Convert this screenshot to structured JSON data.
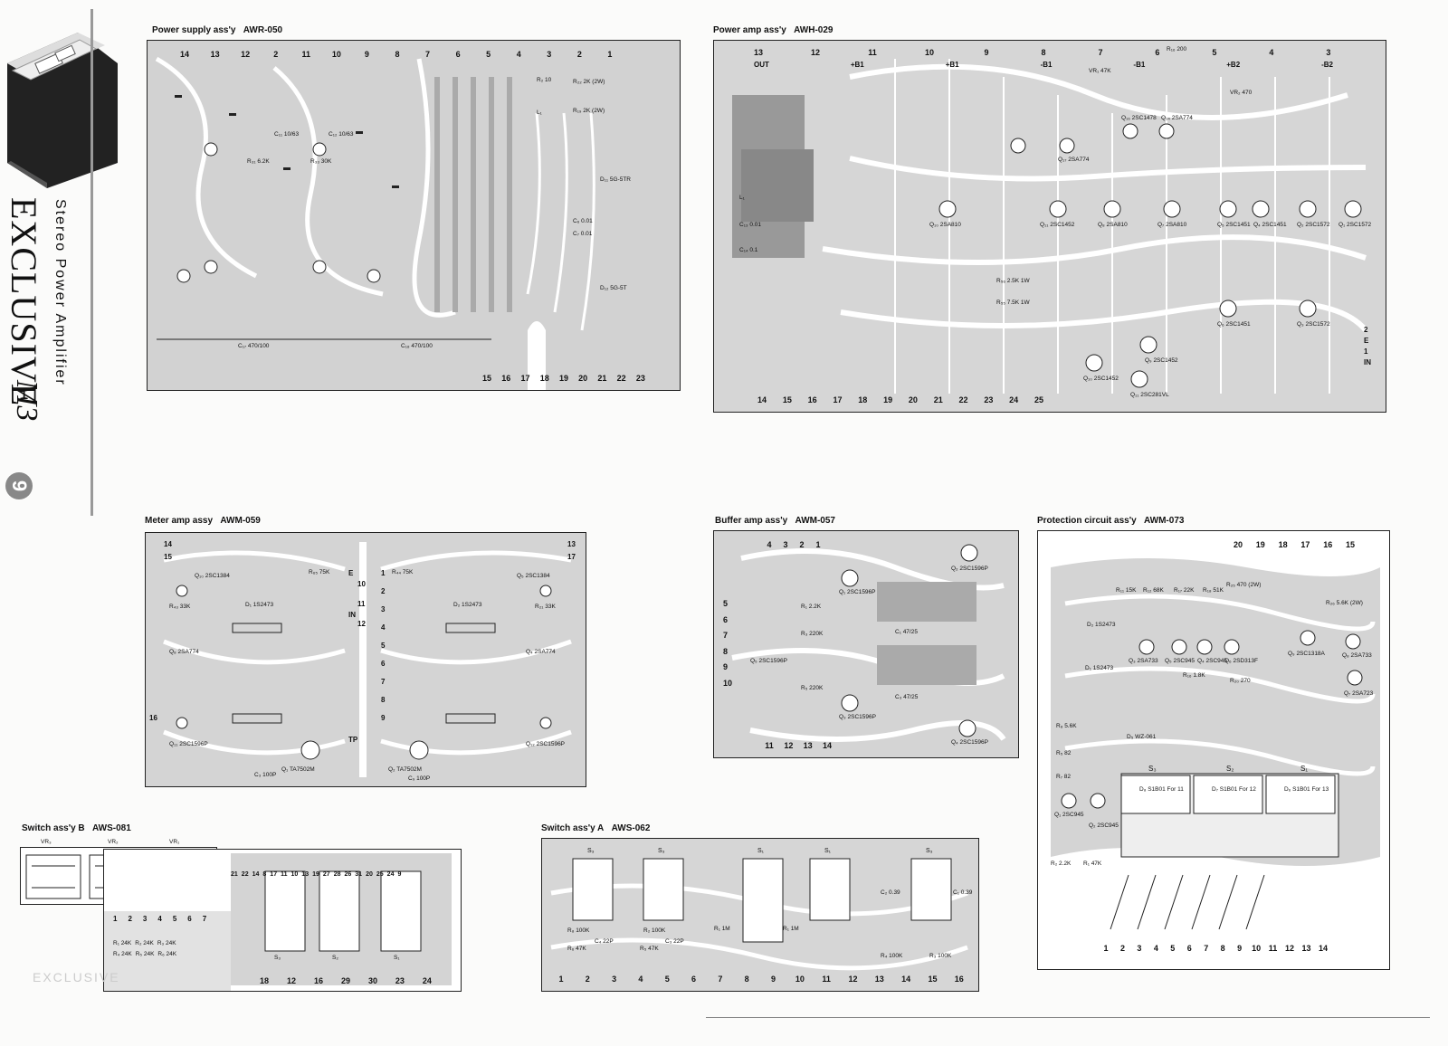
{
  "sidebar": {
    "brand": "EXCLUSIVE",
    "model": "M3",
    "product": "Stereo Power Amplifier",
    "page": "9"
  },
  "boards": {
    "power_supply": {
      "label": "Power supply ass'y",
      "code": "AWR-050",
      "top_pins": [
        "14",
        "13",
        "12",
        "2",
        "11",
        "10",
        "9",
        "8",
        "7",
        "6",
        "5",
        "4",
        "3",
        "2",
        "1"
      ],
      "bottom_pins": [
        "15",
        "16",
        "17",
        "18",
        "19",
        "20",
        "21",
        "22",
        "23"
      ],
      "parts": [
        "R₃₁ 6.2K",
        "C₁₁ 10/63",
        "R₃₃ 30K",
        "C₁₂ 10/63",
        "R₂₂ 2K (2W)",
        "R₁₉ 2K (2W)",
        "D₁₁ 5G-5TR",
        "D₁₂ 5G-5T",
        "C₆ 0.01",
        "C₇ 0.01",
        "C₁₇ 470/100",
        "C₁₈ 470/100",
        "R₂ 10",
        "L₁"
      ]
    },
    "power_amp": {
      "label": "Power amp ass'y",
      "code": "AWH-029",
      "top_pins": [
        "13",
        "OUT",
        "12",
        "11",
        "10",
        "9",
        "8",
        "7",
        "6",
        "5",
        "+B1",
        "+B1",
        "-B1",
        "-B1",
        "4",
        "3",
        "+B2",
        "-B2"
      ],
      "bottom_pins": [
        "14",
        "15",
        "16",
        "17",
        "18",
        "19",
        "20",
        "21",
        "22",
        "23",
        "24",
        "25"
      ],
      "side_pins": [
        "2",
        "E",
        "1",
        "IN"
      ],
      "parts": [
        "Q₁₀ 2SA810",
        "Q₁₁ 2SC1452",
        "Q₈ 2SA810",
        "Q₇ 2SA810",
        "Q₅ 2SC1451",
        "Q₄ 2SC1451",
        "Q₂ 2SC1572",
        "Q₁ 2SC1572",
        "Q₁₆ 2SC1478",
        "Q₁₄ 2SA774",
        "Q₁₇ 2SA774",
        "Q₆ 2SC1451",
        "Q₃ 2SC1572",
        "Q₁₀ 2SC1452",
        "Q₉ 2SC1452",
        "Q₁₁ 2SC281VL",
        "R₁₆ 200",
        "VR₁ 47K",
        "VR₂ 470",
        "R₅₅ 7.5K 1W",
        "R₅₆ 2.5K 1W",
        "L₁",
        "C₁₃ 0.01",
        "C₁₄ 0.1"
      ]
    },
    "meter_amp": {
      "label": "Meter amp assy",
      "code": "AWM-059",
      "pins": [
        "14",
        "15",
        "16",
        "E",
        "10",
        "11",
        "12",
        "IN",
        "TP",
        "1",
        "2",
        "3",
        "4",
        "5",
        "6",
        "7",
        "8",
        "9",
        "13",
        "17"
      ],
      "parts": [
        "Q₁₀ 2SC1384",
        "Q₅ 2SC1384",
        "Q₈ 2SA774",
        "Q₄ 2SA774",
        "Q₁ TA7502M",
        "Q₂ TA7502M",
        "Q₁₁ 2SC1596P",
        "Q₁₂ 2SC1596P",
        "R₆₅ 75K",
        "R₄₄ 75K",
        "R₄₃ 33K",
        "R₂₁ 33K",
        "D₁ 1S2473",
        "D₂ 1S2473",
        "C₃ 100P",
        "C₉ 100P"
      ]
    },
    "buffer_amp": {
      "label": "Buffer amp ass'y",
      "code": "AWM-057",
      "pins": [
        "4",
        "3",
        "2",
        "1",
        "5",
        "6",
        "7",
        "8",
        "9",
        "10",
        "11",
        "12",
        "13",
        "14"
      ],
      "parts": [
        "Q₁ 2SC1596P",
        "Q₂ 2SC1596P",
        "Q₃ 2SC1596P",
        "Q₄ 2SC1596P",
        "Q₅ 2SC1596P",
        "R₁ 2.2K",
        "R₃ 220K",
        "R₅ 220K",
        "C₁ 47/25",
        "C₃ 47/25"
      ]
    },
    "protection": {
      "label": "Protection circuit ass'y",
      "code": "AWM-073",
      "top_pins": [
        "20",
        "19",
        "18",
        "17",
        "16",
        "15"
      ],
      "bottom_pins": [
        "1",
        "2",
        "3",
        "4",
        "5",
        "6",
        "7",
        "8",
        "9",
        "10",
        "11",
        "12",
        "13",
        "14"
      ],
      "parts": [
        "R₁₁ 15K",
        "R₁₂ 68K",
        "R₁₇ 22K",
        "R₁₈ 51K",
        "R₂₅ 470 (2W)",
        "R₂₆ 5.6K (2W)",
        "Q₃ 2SA733",
        "Q₅ 2SC945",
        "Q₄ 2SC945",
        "Q₆ 2SD313F",
        "Q₉ 2SC1318A",
        "Q₈ 2SA733",
        "Q₁ 2SC945",
        "Q₂ 2SC945",
        "Q₇ 2SA723",
        "D₂ 1S2473",
        "D₁ 1S2473",
        "D₅ WZ-061",
        "R₁₆ 1.8K",
        "R₂₀ 270",
        "R₈ 5.6K",
        "R₅ 82",
        "R₇ 82",
        "R₂ 2.2K",
        "R₁ 47K"
      ],
      "relays": [
        {
          "name": "S₃",
          "diode": "D₈ S1B01 For 11"
        },
        {
          "name": "S₂",
          "diode": "D₇ S1B01 For 12"
        },
        {
          "name": "S₁",
          "diode": "D₆ S1B01 For 13"
        }
      ]
    },
    "switch_b": {
      "label": "Switch ass'y B",
      "code": "AWS-081",
      "vr": [
        "VR₃",
        "VR₂",
        "VR₁"
      ],
      "left_pins": [
        "1",
        "2",
        "3",
        "4",
        "5",
        "6",
        "7"
      ],
      "col_pins": [
        "21",
        "22",
        "14",
        "8",
        "17",
        "11",
        "10",
        "13",
        "19",
        "27",
        "28",
        "26",
        "31",
        "20",
        "25",
        "24",
        "9"
      ],
      "bottom_pins": [
        "18",
        "12",
        "16",
        "29",
        "30",
        "23",
        "24"
      ],
      "parts": [
        "R₁ 24K",
        "R₂ 24K",
        "R₃ 24K",
        "R₄ 24K",
        "R₅ 24K",
        "R₆ 24K",
        "S₃",
        "S₂",
        "S₁"
      ]
    },
    "switch_a": {
      "label": "Switch ass'y A",
      "code": "AWS-062",
      "pins": [
        "1",
        "2",
        "3",
        "4",
        "5",
        "6",
        "7",
        "8",
        "9",
        "10",
        "11",
        "12",
        "13",
        "14",
        "15",
        "16"
      ],
      "switches": [
        "S₃",
        "S₃",
        "S₁",
        "S₁",
        "S₃"
      ],
      "parts": [
        "R₈ 100K",
        "R₆ 47K",
        "C₄ 22P",
        "R₂ 100K",
        "R₅ 47K",
        "C₃ 22P",
        "R₁ 1M",
        "R₁ 1M",
        "C₂ 0.39",
        "C₁ 0.39",
        "R₄ 100K",
        "R₃ 100K"
      ]
    }
  },
  "faint_text": "EXCLUSIVE"
}
